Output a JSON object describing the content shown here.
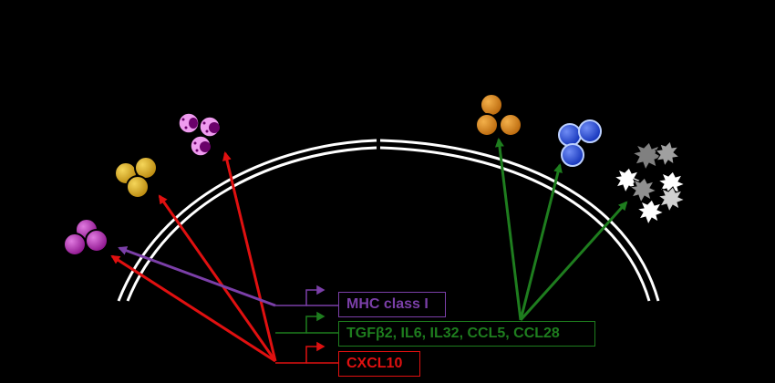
{
  "labels": {
    "mhc": "MHC class I",
    "tgf": "TGFβ2, IL6, IL32, CCL5, CCL28",
    "cxcl": "CXCL10"
  },
  "colors": {
    "background": "#000000",
    "membrane": "#ffffff",
    "mhc": "#7b3fa8",
    "tgf": "#1e7d1e",
    "cxcl": "#e01010",
    "cell_purple": "#b31fb3",
    "cell_gold": "#d4a20a",
    "cell_pink": "#ef9bef",
    "cell_orange": "#d9861a",
    "cell_blue": "#1f3fd9",
    "debris": "#bfbfbf"
  },
  "icons": [
    "membrane-arc-icon",
    "promoter-arrow-icon",
    "purple-cell-cluster-icon",
    "gold-cell-cluster-icon",
    "pink-granulocyte-icon",
    "orange-cell-cluster-icon",
    "blue-cell-cluster-icon",
    "dead-cell-debris-icon"
  ]
}
